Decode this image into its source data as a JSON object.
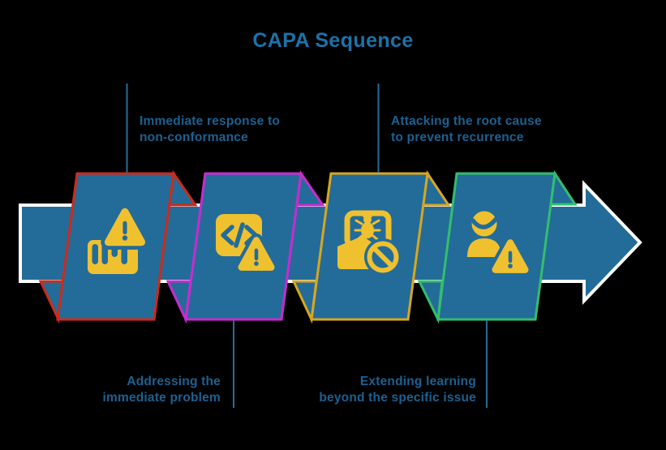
{
  "title": "CAPA Sequence",
  "diagram": {
    "type": "process-ribbon-arrow",
    "direction": "left-to-right",
    "segments": [
      {
        "index": 1,
        "icon": "barcode-warning-icon",
        "outline_color": "#CF2A1B"
      },
      {
        "index": 2,
        "icon": "code-warning-icon",
        "outline_color": "#C92BCE"
      },
      {
        "index": 3,
        "icon": "bug-blocked-icon",
        "outline_color": "#D9A61F"
      },
      {
        "index": 4,
        "icon": "person-warning-icon",
        "outline_color": "#33BE6E"
      }
    ],
    "callouts": [
      {
        "text": "Immediate response to\nnon-conformance",
        "position": "top",
        "segment": 1
      },
      {
        "text": "Addressing the\nimmediate problem",
        "position": "bottom",
        "segment": 2
      },
      {
        "text": "Attacking the root cause\nto prevent recurrence",
        "position": "top",
        "segment": 3
      },
      {
        "text": "Extending learning\nbeyond the specific issue",
        "position": "bottom",
        "segment": 4
      }
    ]
  },
  "colors": {
    "background": "#000000",
    "arrow_fill": "#236C99",
    "arrow_outline": "#FFFFFF",
    "icon_yellow": "#F0C12F",
    "title_text": "#1D72A9",
    "label_text": "#1C6191",
    "callout_line": "#2A6B95"
  }
}
